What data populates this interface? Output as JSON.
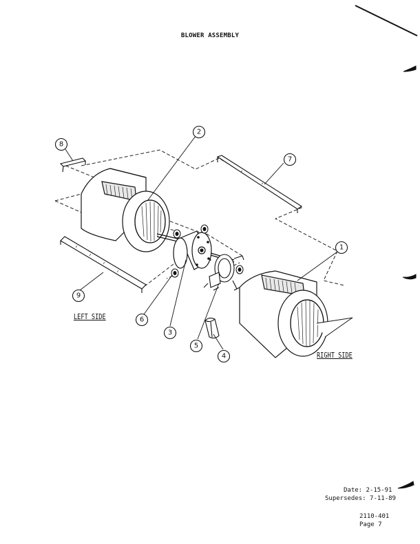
{
  "title": "BLOWER ASSEMBLY",
  "callouts": [
    {
      "number": "1"
    },
    {
      "number": "2"
    },
    {
      "number": "3"
    },
    {
      "number": "4"
    },
    {
      "number": "5"
    },
    {
      "number": "6"
    },
    {
      "number": "7"
    },
    {
      "number": "8"
    },
    {
      "number": "9"
    }
  ],
  "labels": {
    "left_side": "LEFT SIDE",
    "right_side": "RIGHT SIDE"
  },
  "footer": {
    "date": "Date:  2-15-91",
    "supersedes": "Supersedes:  7-11-89",
    "part_number": "2110-401",
    "page": "Page 7"
  }
}
